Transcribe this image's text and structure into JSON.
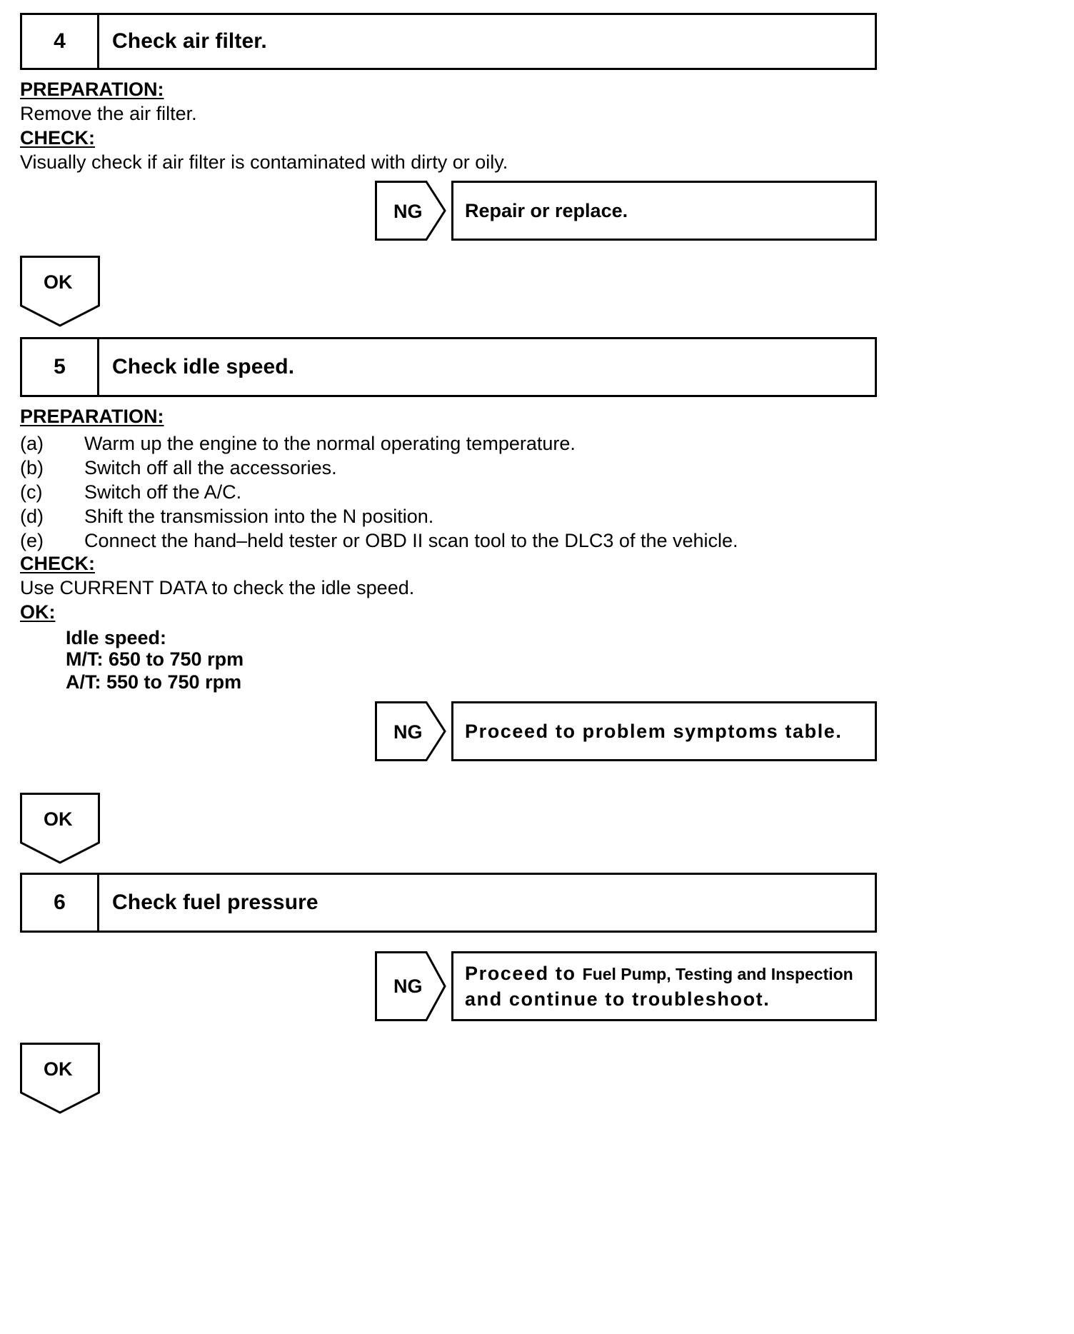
{
  "document": {
    "type": "diagnostic-troubleshooting-flowchart"
  },
  "steps": [
    {
      "number": "4",
      "title": "Check air filter.",
      "sections": [
        {
          "heading": "PREPARATION:",
          "lines": [
            "Remove the air filter."
          ]
        },
        {
          "heading": "CHECK:",
          "lines": [
            "Visually check if air filter is contaminated with dirty or oily."
          ]
        }
      ],
      "ng": {
        "label": "NG",
        "action": "Repair or replace."
      },
      "ok": {
        "label": "OK"
      }
    },
    {
      "number": "5",
      "title": "Check idle speed.",
      "preparation_heading": "PREPARATION:",
      "preparation_items": [
        {
          "mark": "(a)",
          "text": "Warm up the engine to the normal operating temperature."
        },
        {
          "mark": "(b)",
          "text": "Switch off all the accessories."
        },
        {
          "mark": "(c)",
          "text": "Switch off the A/C."
        },
        {
          "mark": "(d)",
          "text": "Shift the transmission into the N position."
        },
        {
          "mark": "(e)",
          "text": "Connect the hand–held tester or OBD II scan tool to the DLC3 of the vehicle."
        }
      ],
      "check_heading": "CHECK:",
      "check_line": "Use CURRENT DATA to check the idle speed.",
      "ok_heading": "OK:",
      "spec_lines": [
        "Idle speed:",
        "M/T: 650 to 750 rpm",
        "A/T: 550 to 750 rpm"
      ],
      "ng": {
        "label": "NG",
        "action": "Proceed to problem symptoms table."
      },
      "ok": {
        "label": "OK"
      }
    },
    {
      "number": "6",
      "title": "Check fuel pressure",
      "ng": {
        "label": "NG",
        "action_line1_prefix": "Proceed to ",
        "action_line1_reference": "Fuel Pump, Testing and Inspection",
        "action_line2": "and continue to troubleshoot."
      },
      "ok": {
        "label": "OK"
      }
    }
  ],
  "colors": {
    "ink": "#000000",
    "paper": "#ffffff"
  }
}
